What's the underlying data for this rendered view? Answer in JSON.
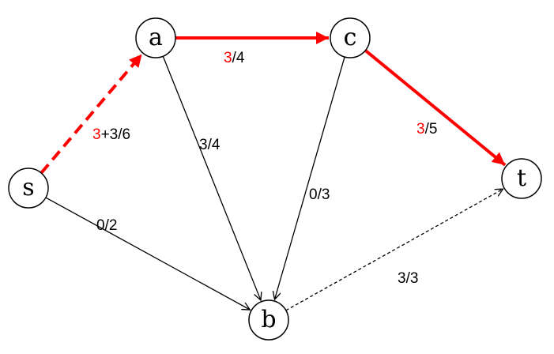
{
  "colors": {
    "highlight": "#ff0000",
    "normal": "#000000"
  },
  "nodes": [
    {
      "id": "s",
      "label": "s"
    },
    {
      "id": "a",
      "label": "a"
    },
    {
      "id": "c",
      "label": "c"
    },
    {
      "id": "t",
      "label": "t"
    },
    {
      "id": "b",
      "label": "b"
    }
  ],
  "edges": [
    {
      "from": "s",
      "to": "a",
      "style": "red-dashed",
      "label_red": "3",
      "label_rest": "+3/6"
    },
    {
      "from": "a",
      "to": "c",
      "style": "red",
      "label_red": "3",
      "label_rest": "/4"
    },
    {
      "from": "c",
      "to": "t",
      "style": "red",
      "label_red": "3",
      "label_rest": "/5"
    },
    {
      "from": "a",
      "to": "b",
      "style": "normal",
      "label_red": "",
      "label_rest": "3/4"
    },
    {
      "from": "c",
      "to": "b",
      "style": "normal",
      "label_red": "",
      "label_rest": "0/3"
    },
    {
      "from": "s",
      "to": "b",
      "style": "normal",
      "label_red": "",
      "label_rest": "0/2"
    },
    {
      "from": "b",
      "to": "t",
      "style": "dashed",
      "label_red": "",
      "label_rest": "3/3"
    }
  ]
}
